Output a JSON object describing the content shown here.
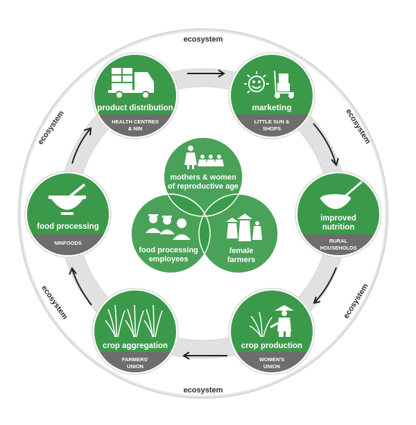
{
  "ecosystem_labels": [
    "ecosystem",
    "ecosystem",
    "ecosystem",
    "ecosystem",
    "ecosystem",
    "ecosystem"
  ],
  "nodes": {
    "product_distribution": {
      "title": "product distribution",
      "sub_line1": "HEALTH CENTRES",
      "sub_line2": "& NIN"
    },
    "marketing": {
      "title": "marketing",
      "sub_line1": "LITTLE SUN &",
      "sub_line2": "SHOPS"
    },
    "improved_nutrition": {
      "title_line1": "improved",
      "title_line2": "nutrition",
      "sub_line1": "RURAL",
      "sub_line2": "HOUSEHOLDS"
    },
    "crop_production": {
      "title": "crop production",
      "sub_line1": "WOMEN'S",
      "sub_line2": "UNION"
    },
    "crop_aggregation": {
      "title": "crop aggregation",
      "sub_line1": "FARMERS'",
      "sub_line2": "UNION"
    },
    "food_processing": {
      "title": "food processing",
      "sub_line1": "NINFOODS"
    }
  },
  "center": {
    "mothers": {
      "line1": "mothers & women",
      "line2": "of reproductive age"
    },
    "employees": {
      "line1": "food processing",
      "line2": "employees"
    },
    "farmers": {
      "line1": "female",
      "line2": "farmers"
    }
  },
  "colors": {
    "green": "#3a9a4a",
    "dark_green": "#2d7d3b",
    "gray_band": "#6d6d6d",
    "ring": "#e3e3e3"
  }
}
